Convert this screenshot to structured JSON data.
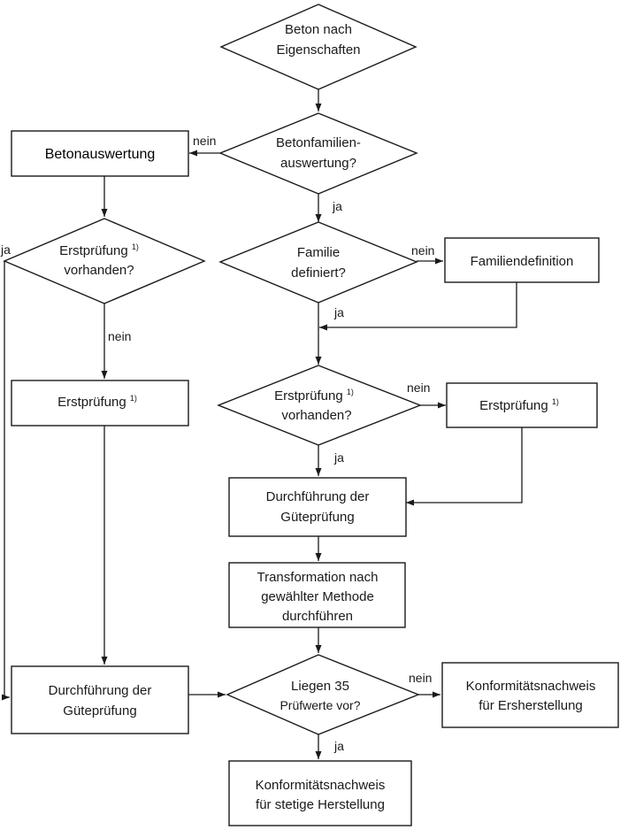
{
  "nodes": {
    "start": [
      "Beton nach",
      "Eigenschaften"
    ],
    "betonauswertung": "Betonauswertung",
    "familien_decision": [
      "Betonfamilien-",
      "auswertung?"
    ],
    "erstpruefung_left_decision": [
      "Erstprüfung",
      "vorhanden?"
    ],
    "familie_definiert": [
      "Familie",
      "definiert?"
    ],
    "familiendefinition": "Familiendefinition",
    "erstpruefung_left_box": "Erstprüfung",
    "erstpruefung_mid_decision": [
      "Erstprüfung",
      "vorhanden?"
    ],
    "erstpruefung_right_box": "Erstprüfung",
    "guete_mid": [
      "Durchführung der",
      "Güteprüfung"
    ],
    "transformation": [
      "Transformation nach",
      "gewählter Methode",
      "durchführen"
    ],
    "guete_left": [
      "Durchführung der",
      "Güteprüfung"
    ],
    "liegen_decision": [
      "Liegen 35",
      "Prüfwerte vor?"
    ],
    "konf_erst": [
      "Konformitätsnachweis",
      "für Ersherstellung"
    ],
    "konf_stetig": [
      "Konformitätsnachweis",
      "für stetige Herstellung"
    ]
  },
  "footnote_mark": "1)",
  "edge_labels": {
    "nein": "nein",
    "ja": "ja"
  }
}
